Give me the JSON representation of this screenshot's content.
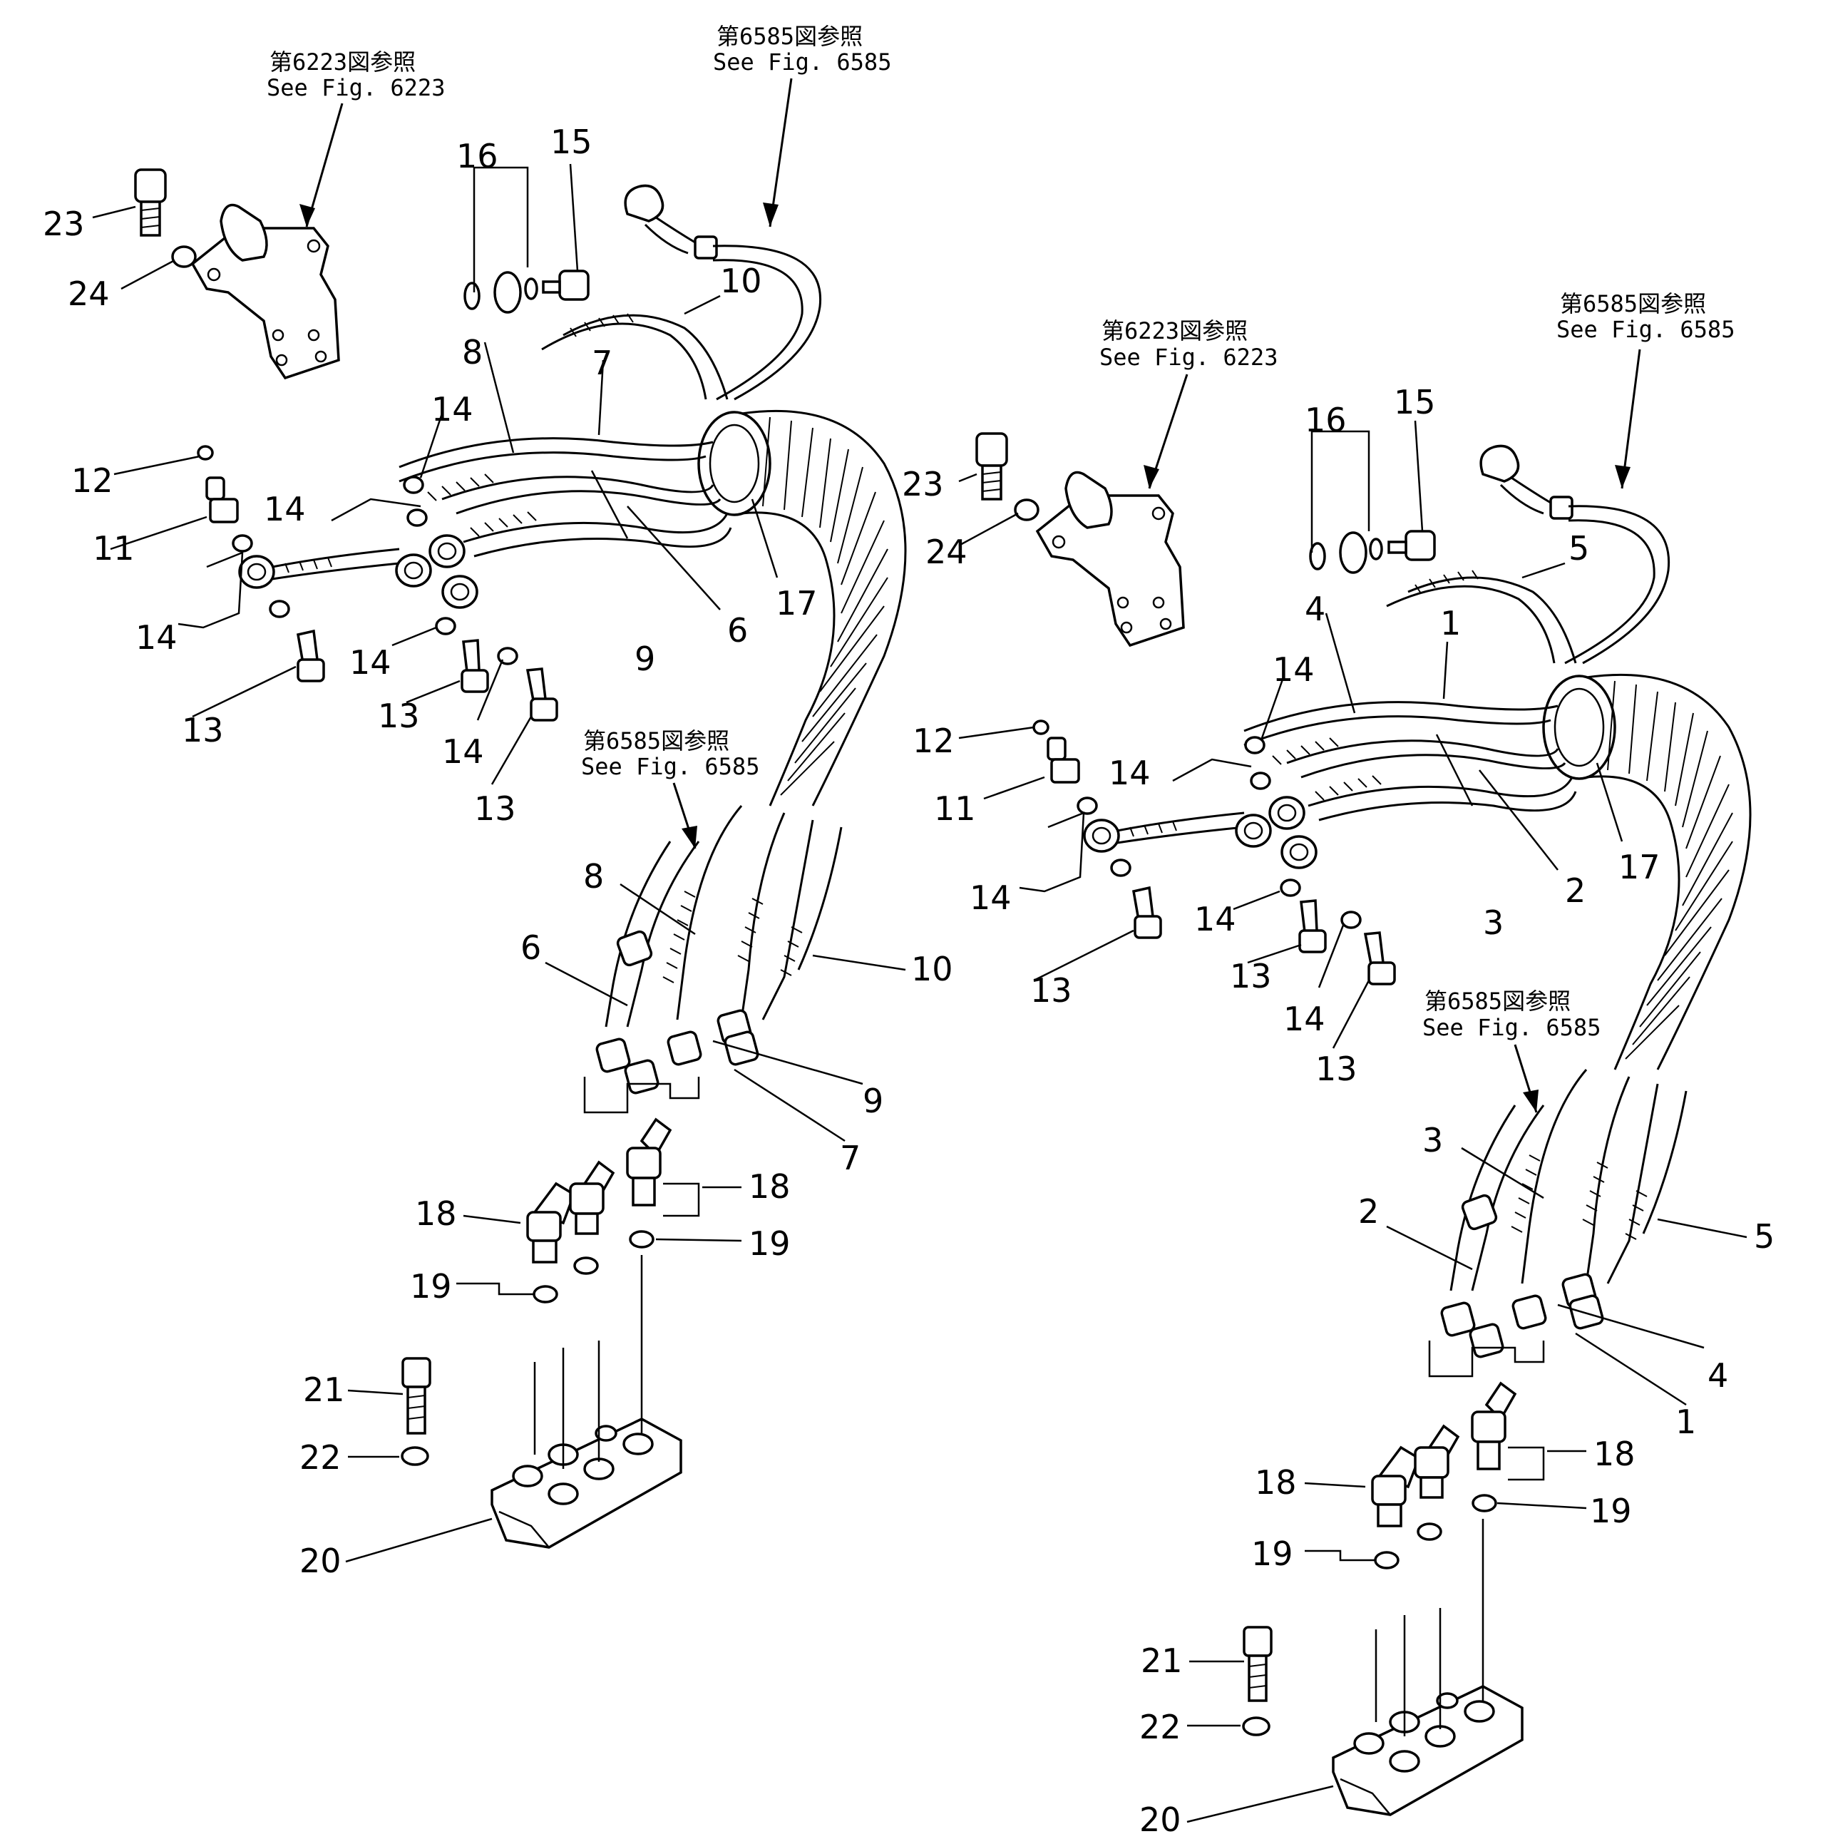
{
  "left_assembly": {
    "callouts": [
      {
        "id": "23",
        "text": "23"
      },
      {
        "id": "24",
        "text": "24"
      },
      {
        "id": "16",
        "text": "16"
      },
      {
        "id": "15",
        "text": "15"
      },
      {
        "id": "10a",
        "text": "10"
      },
      {
        "id": "8a",
        "text": "8"
      },
      {
        "id": "7a",
        "text": "7"
      },
      {
        "id": "14a",
        "text": "14"
      },
      {
        "id": "12",
        "text": "12"
      },
      {
        "id": "14b",
        "text": "14"
      },
      {
        "id": "11",
        "text": "11"
      },
      {
        "id": "17",
        "text": "17"
      },
      {
        "id": "9a",
        "text": "9"
      },
      {
        "id": "6a",
        "text": "6"
      },
      {
        "id": "14c",
        "text": "14"
      },
      {
        "id": "13a",
        "text": "13"
      },
      {
        "id": "14d",
        "text": "14"
      },
      {
        "id": "13b",
        "text": "13"
      },
      {
        "id": "14e",
        "text": "14"
      },
      {
        "id": "13c",
        "text": "13"
      },
      {
        "id": "8b",
        "text": "8"
      },
      {
        "id": "6b",
        "text": "6"
      },
      {
        "id": "10b",
        "text": "10"
      },
      {
        "id": "9b",
        "text": "9"
      },
      {
        "id": "7b",
        "text": "7"
      },
      {
        "id": "18a",
        "text": "18"
      },
      {
        "id": "18b",
        "text": "18"
      },
      {
        "id": "19a",
        "text": "19"
      },
      {
        "id": "19b",
        "text": "19"
      },
      {
        "id": "21",
        "text": "21"
      },
      {
        "id": "22",
        "text": "22"
      },
      {
        "id": "20",
        "text": "20"
      }
    ],
    "references": [
      {
        "jp": "第6223図参照",
        "en": "See  Fig.  6223"
      },
      {
        "jp": "第6585図参照",
        "en": "See  Fig.  6585"
      },
      {
        "jp": "第6585図参照",
        "en": "See  Fig.  6585"
      }
    ]
  },
  "right_assembly": {
    "callouts": [
      {
        "id": "23",
        "text": "23"
      },
      {
        "id": "24",
        "text": "24"
      },
      {
        "id": "16",
        "text": "16"
      },
      {
        "id": "15",
        "text": "15"
      },
      {
        "id": "5a",
        "text": "5"
      },
      {
        "id": "4a",
        "text": "4"
      },
      {
        "id": "1a",
        "text": "1"
      },
      {
        "id": "14a",
        "text": "14"
      },
      {
        "id": "12",
        "text": "12"
      },
      {
        "id": "14b",
        "text": "14"
      },
      {
        "id": "11",
        "text": "11"
      },
      {
        "id": "17",
        "text": "17"
      },
      {
        "id": "3a",
        "text": "3"
      },
      {
        "id": "2a",
        "text": "2"
      },
      {
        "id": "14c",
        "text": "14"
      },
      {
        "id": "13a",
        "text": "13"
      },
      {
        "id": "14d",
        "text": "14"
      },
      {
        "id": "13b",
        "text": "13"
      },
      {
        "id": "14e",
        "text": "14"
      },
      {
        "id": "13c",
        "text": "13"
      },
      {
        "id": "3b",
        "text": "3"
      },
      {
        "id": "2b",
        "text": "2"
      },
      {
        "id": "5b",
        "text": "5"
      },
      {
        "id": "4b",
        "text": "4"
      },
      {
        "id": "1b",
        "text": "1"
      },
      {
        "id": "18a",
        "text": "18"
      },
      {
        "id": "18b",
        "text": "18"
      },
      {
        "id": "19a",
        "text": "19"
      },
      {
        "id": "19b",
        "text": "19"
      },
      {
        "id": "21",
        "text": "21"
      },
      {
        "id": "22",
        "text": "22"
      },
      {
        "id": "20",
        "text": "20"
      }
    ],
    "references": [
      {
        "jp": "第6223図参照",
        "en": "See  Fig.  6223"
      },
      {
        "jp": "第6585図参照",
        "en": "See  Fig.  6585"
      },
      {
        "jp": "第6585図参照",
        "en": "See  Fig.  6585"
      }
    ]
  }
}
